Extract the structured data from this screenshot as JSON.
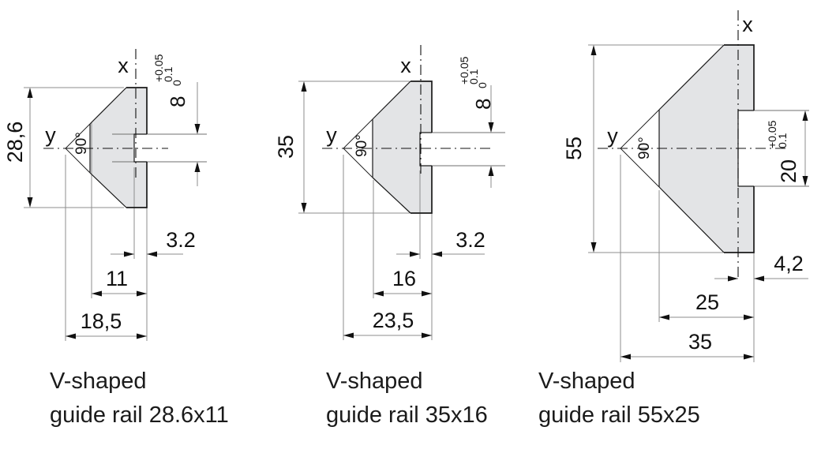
{
  "drawings": [
    {
      "caption_line1": "V-shaped",
      "caption_line2": "guide rail 28.6x11",
      "axis_x": "x",
      "axis_y": "y",
      "angle": "90°",
      "overall_height": "28,6",
      "slot_width": "8",
      "tol_line1": "+0.05",
      "tol_line2": "0.1",
      "tol_line3": "0",
      "groove_depth": "3.2",
      "flat_to_face": "11",
      "apex_to_face": "18,5"
    },
    {
      "caption_line1": "V-shaped",
      "caption_line2": "guide rail 35x16",
      "axis_x": "x",
      "axis_y": "y",
      "angle": "90°",
      "overall_height": "35",
      "slot_width": "8",
      "tol_line1": "+0.05",
      "tol_line2": "0.1",
      "tol_line3": "0",
      "groove_depth": "3.2",
      "flat_to_face": "16",
      "apex_to_face": "23,5"
    },
    {
      "caption_line1": "V-shaped",
      "caption_line2": "guide rail 55x25",
      "axis_x": "x",
      "axis_y": "y",
      "angle": "90°",
      "overall_height": "55",
      "slot_width": "20",
      "tol_line1": "+0.05",
      "tol_line2": "0.1",
      "groove_depth": "4,2",
      "flat_to_face": "25",
      "apex_to_face": "35"
    }
  ],
  "colors": {
    "part_fill": "#e3e4e6",
    "outline": "#1a1a1a",
    "dim_line": "#8e8e8e",
    "text": "#111111"
  }
}
